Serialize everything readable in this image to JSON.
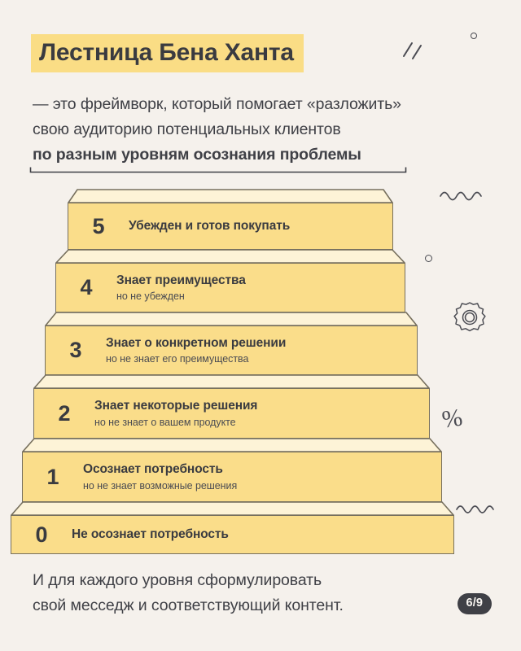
{
  "slide": {
    "background_color": "#f5f1ec",
    "title": "Лестница Бена Ханта",
    "title_highlight_color": "#fadd85",
    "lead": {
      "line1": "— это фреймворк, который помогает «разложить»",
      "line2": "свою аудиторию потенциальных клиентов",
      "line3_emphasis": "по разным уровням осознания проблемы"
    },
    "footer": {
      "line1": "И для каждого уровня сформулировать",
      "line2": "свой месседж и соответствующий контент."
    },
    "page_badge": "6/9"
  },
  "stairs": {
    "face_color": "#fadd8a",
    "top_color": "#fdf3d7",
    "outline_color": "#77705e",
    "steps": [
      {
        "number": "5",
        "title": "Убежден и готов покупать",
        "subtitle": ""
      },
      {
        "number": "4",
        "title": "Знает преимущества",
        "subtitle": "но не убежден"
      },
      {
        "number": "3",
        "title": "Знает о конкретном решении",
        "subtitle": "но не знает его преимущества"
      },
      {
        "number": "2",
        "title": "Знает некоторые решения",
        "subtitle": "но не знает о вашем продукте"
      },
      {
        "number": "1",
        "title": "Осознает потребность",
        "subtitle": "но не знает возможные решения"
      },
      {
        "number": "0",
        "title": "Не осознает потребность",
        "subtitle": ""
      }
    ]
  },
  "decorations": [
    {
      "name": "double-slash-icon",
      "symbol": "//"
    },
    {
      "name": "small-circle-icon",
      "symbol": "o"
    },
    {
      "name": "squiggle-icon",
      "symbol": "~~~"
    },
    {
      "name": "gear-icon",
      "symbol": "gear"
    },
    {
      "name": "percent-icon",
      "symbol": "%"
    }
  ]
}
